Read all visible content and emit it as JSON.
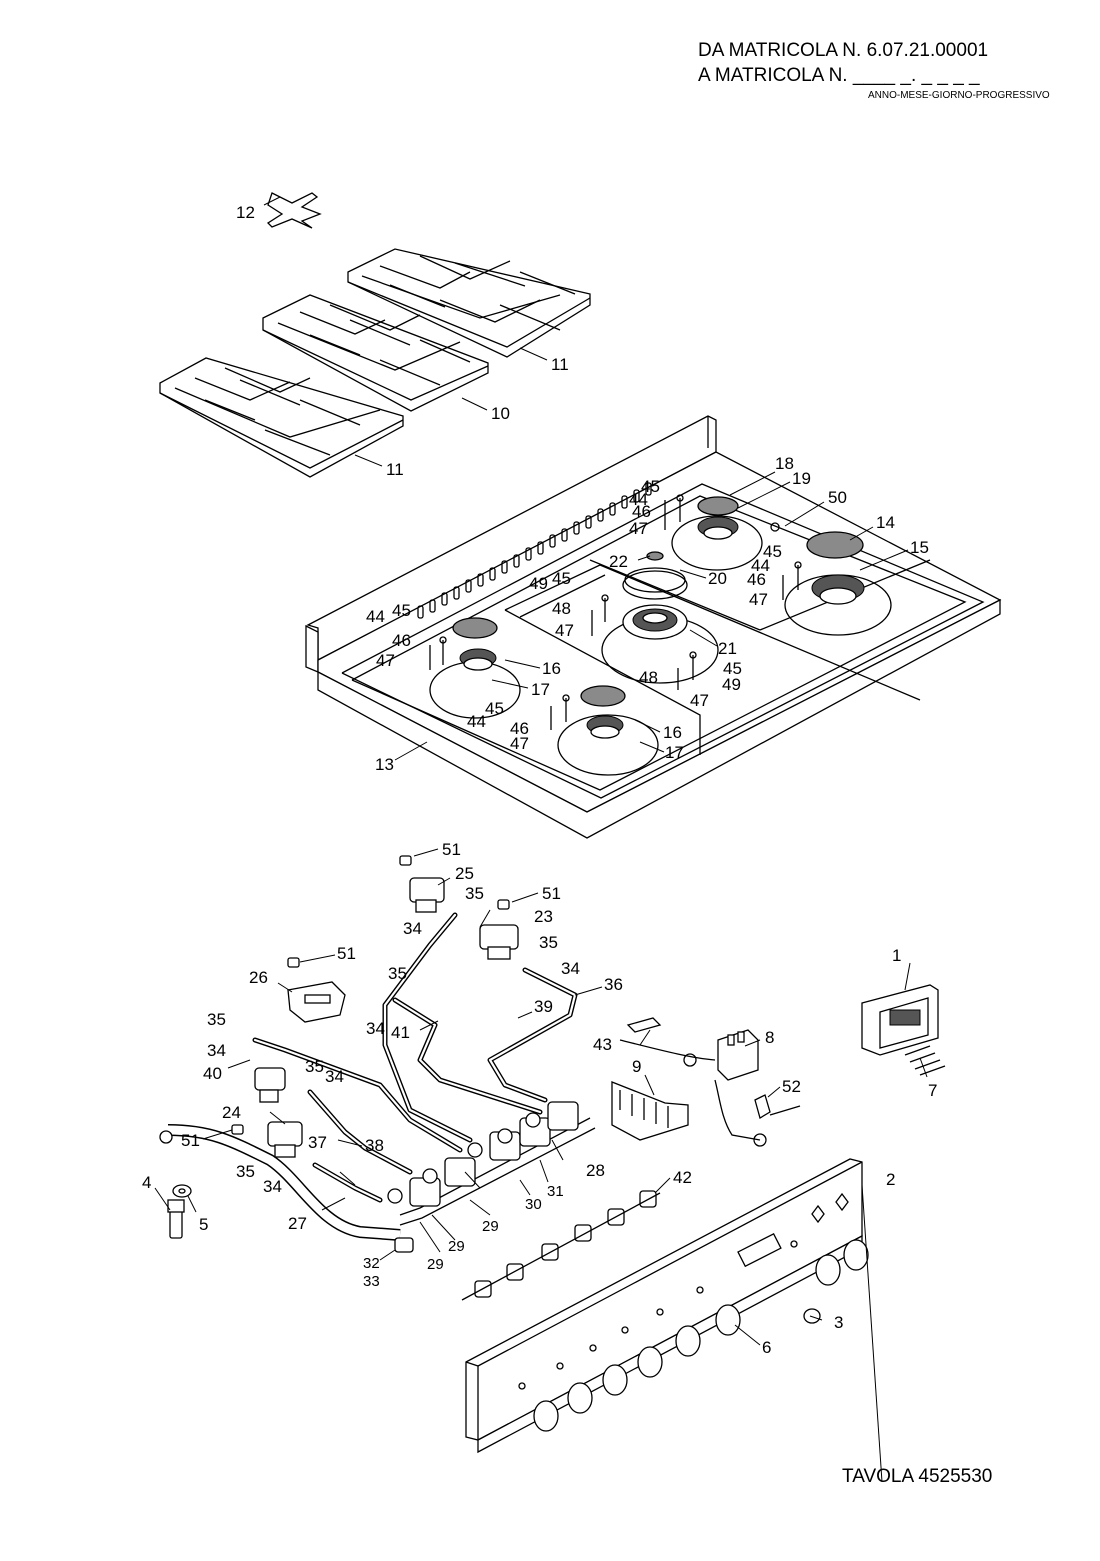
{
  "header": {
    "line1": "DA MATRICOLA  N.  6.07.21.00001",
    "line2": "A MATRICOLA  N.  ____ _. _ _ _ _",
    "line3": "ANNO-MESE-GIORNO-PROGRESSIVO"
  },
  "footer": {
    "table_ref": "TAVOLA 4525530"
  },
  "callouts": {
    "c1": "1",
    "c2": "2",
    "c3": "3",
    "c4": "4",
    "c5": "5",
    "c6": "6",
    "c7": "7",
    "c8": "8",
    "c9": "9",
    "c10": "10",
    "c11": "11",
    "c12": "12",
    "c13": "13",
    "c14": "14",
    "c15": "15",
    "c16": "16",
    "c17": "17",
    "c18": "18",
    "c19": "19",
    "c20": "20",
    "c21": "21",
    "c22": "22",
    "c23": "23",
    "c24": "24",
    "c25": "25",
    "c26": "26",
    "c27": "27",
    "c28": "28",
    "c29": "29",
    "c30": "30",
    "c31": "31",
    "c32": "32",
    "c33": "33",
    "c34": "34",
    "c35": "35",
    "c36": "36",
    "c37": "37",
    "c38": "38",
    "c39": "39",
    "c40": "40",
    "c41": "41",
    "c42": "42",
    "c43": "43",
    "c44": "44",
    "c45": "45",
    "c46": "46",
    "c47": "47",
    "c48": "48",
    "c49": "49",
    "c50": "50",
    "c51": "51",
    "c52": "52"
  }
}
